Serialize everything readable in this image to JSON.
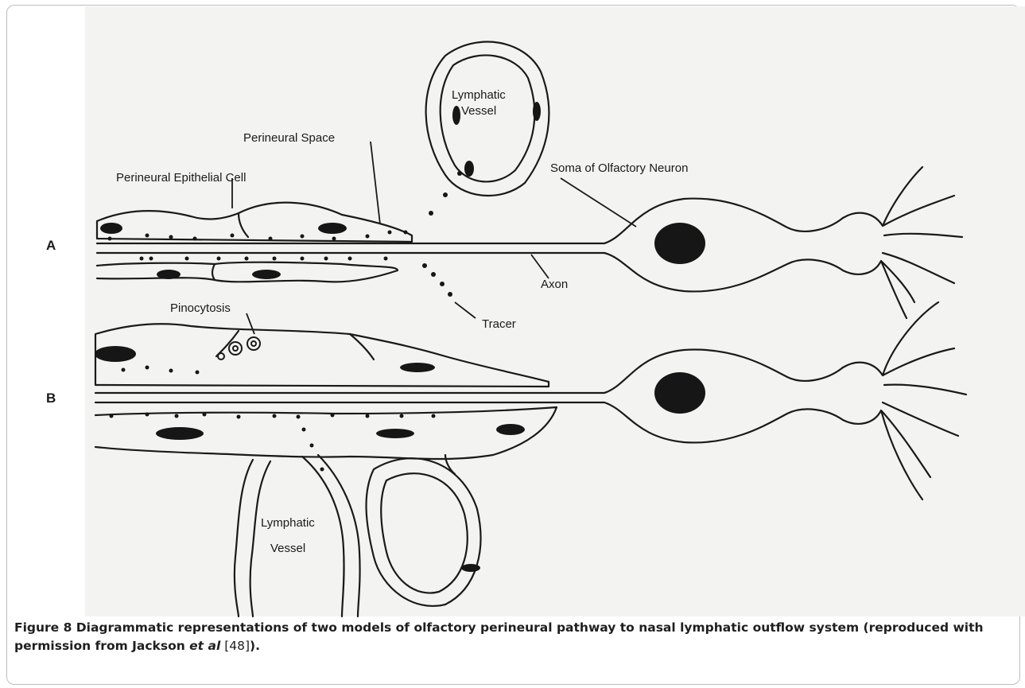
{
  "figure": {
    "labels": {
      "panel_a": "A",
      "panel_b": "B",
      "perineural_space": "Perineural Space",
      "perineural_epithelial_cell": "Perineural Epithelial Cell",
      "lymphatic_vessel_top_line1": "Lymphatic",
      "lymphatic_vessel_top_line2": "Vessel",
      "soma": "Soma of Olfactory Neuron",
      "axon": "Axon",
      "tracer": "Tracer",
      "pinocytosis": "Pinocytosis",
      "lymphatic_vessel_bottom_line1": "Lymphatic",
      "lymphatic_vessel_bottom_line2": "Vessel"
    }
  },
  "caption": {
    "figure_label": "Figure 8",
    "text_bold": " Diagrammatic representations of two models of olfactory perineural pathway to nasal lymphatic outflow system (reproduced with permission from Jackson ",
    "et_al": "et al",
    "ref": " [48]",
    "end": ")."
  }
}
